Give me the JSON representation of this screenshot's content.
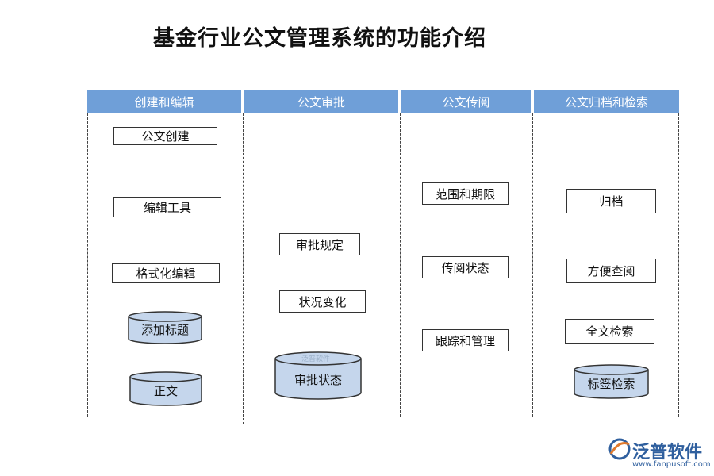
{
  "title": "基金行业公文管理系统的功能介绍",
  "columns": [
    {
      "header": "创建和编辑",
      "items": [
        "公文创建",
        "编辑工具",
        "格式化编辑",
        "添加标题",
        "正文"
      ]
    },
    {
      "header": "公文审批",
      "items": [
        "审批规定",
        "状况变化",
        "审批状态"
      ]
    },
    {
      "header": "公文传阅",
      "items": [
        "范围和期限",
        "传阅状态",
        "跟踪和管理"
      ]
    },
    {
      "header": "公文归档和检索",
      "items": [
        "归档",
        "方便查阅",
        "全文检索",
        "标签检索"
      ]
    }
  ],
  "watermark": "泛普软件",
  "logo": {
    "name": "泛普软件",
    "url": "www.fanpusoft.com"
  },
  "colors": {
    "header_bg": "#6f9fd8",
    "cylinder_fill": "#c5d6ec",
    "logo": "#2f5f9e"
  }
}
